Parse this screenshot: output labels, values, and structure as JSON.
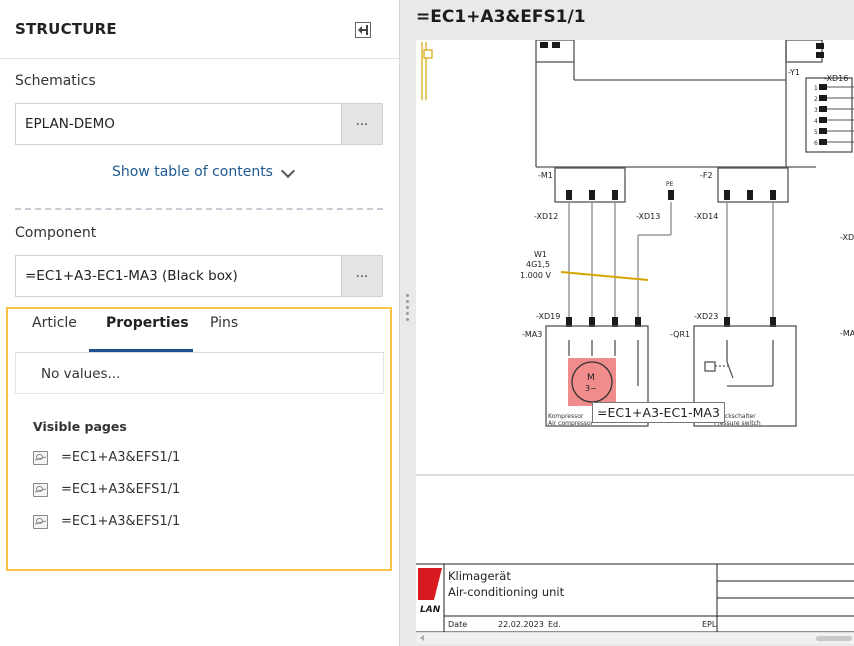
{
  "panel": {
    "title": "STRUCTURE",
    "schematics_label": "Schematics",
    "schematics_value": "EPLAN-DEMO",
    "browse_label": "...",
    "toc_label": "Show table of contents",
    "component_label": "Component",
    "component_value": "=EC1+A3-EC1-MA3 (Black box)"
  },
  "tabs": [
    {
      "label": "Article",
      "active": false
    },
    {
      "label": "Properties",
      "active": true
    },
    {
      "label": "Pins",
      "active": false
    }
  ],
  "properties": {
    "empty_text": "No values..."
  },
  "visible_pages": {
    "title": "Visible pages",
    "items": [
      "=EC1+A3&EFS1/1",
      "=EC1+A3&EFS1/1",
      "=EC1+A3&EFS1/1"
    ]
  },
  "document": {
    "title": "=EC1+A3&EFS1/1",
    "tooltip": "=EC1+A3-EC1-MA3",
    "schematic": {
      "labels": {
        "m1": "-M1",
        "f2": "-F2",
        "y1": "-Y1",
        "xd16": "-XD16",
        "xd12": "-XD12",
        "xd13": "-XD13",
        "xd14": "-XD14",
        "w1": "W1",
        "w1_type": "4G1,5",
        "w1_volt": "1.000 V",
        "xd19": "-XD19",
        "ma3": "-MA3",
        "xd23": "-XD23",
        "qr1": "-QR1",
        "xd_right": "-XD",
        "ma_right": "-MA",
        "motor_m": "M",
        "motor_phase": "3~",
        "pe": "PE",
        "compressor_de": "Kompressor",
        "compressor_en": "Air compressor",
        "pswitch_de": "Druckschalter",
        "pswitch_en": "Pressure switch"
      }
    },
    "title_block": {
      "name_de": "Klimagerät",
      "name_en": "Air-conditioning unit",
      "logo_text": "LAN",
      "date_label": "Date",
      "date_value": "22.02.2023",
      "ed_label": "Ed.",
      "epl_label": "EPL"
    }
  },
  "colors": {
    "accent_blue": "#1f4e8c",
    "highlight_yellow": "#f6c343",
    "motor_red": "#f08c8c",
    "wire_gold": "#d4a400"
  }
}
